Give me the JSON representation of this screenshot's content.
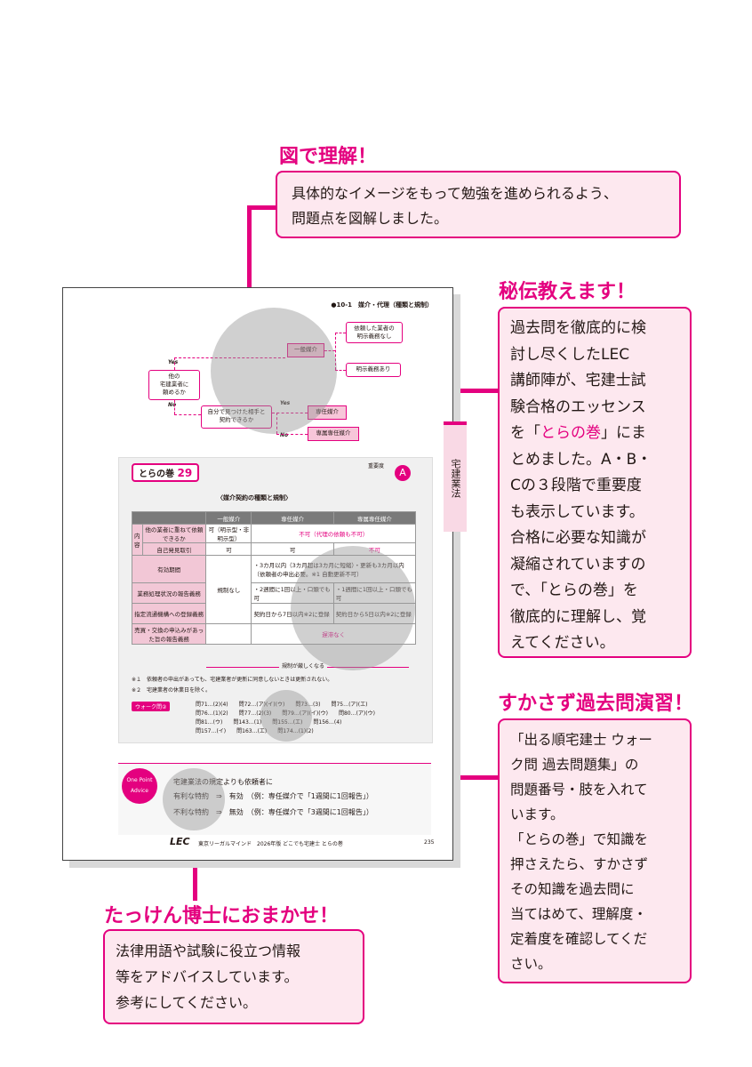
{
  "callouts": {
    "zu": {
      "heading": "図で理解！",
      "body_lines": [
        "具体的なイメージをもって勉強を進められるよう、",
        "問題点を図解しました。"
      ]
    },
    "hiden": {
      "heading": "秘伝教えます！",
      "body_lines": [
        "過去問を徹底的に検",
        "討し尽くしたLEC",
        "講師陣が、宅建士試",
        "験合格のエッセンス",
        "を「とらの巻」にま",
        "とめました。A・B・",
        "Cの３段階で重要度",
        "も表示しています。",
        "合格に必要な知識が",
        "凝縮されていますの",
        "で、「とらの巻」を",
        "徹底的に理解し、覚",
        "えてください。"
      ]
    },
    "sukasazu": {
      "heading": "すかさず過去問演習！",
      "body_lines": [
        "「出る順宅建士 ウォー",
        "ク問 過去問題集」の",
        "問題番号・肢を入れて",
        "います。",
        "「とらの巻」で知識を",
        "押さえたら、すかさず",
        "その知識を過去問に",
        "当てはめて、理解度・",
        "定着度を確認してくだ",
        "さい。"
      ]
    },
    "takken": {
      "heading": "たっけん博士におまかせ！",
      "body_lines": [
        "法律用語や試験に役立つ情報",
        "等をアドバイスしています。",
        "参考にしてください。"
      ]
    }
  },
  "page": {
    "section": "●10-1　媒介・代理（種類と規制）",
    "flow": {
      "other_q": [
        "他の",
        "宅建業者に",
        "頼めるか"
      ],
      "yes": "Yes",
      "no": "No",
      "self_q": [
        "自分で見つけた相手と",
        "契約できるか"
      ],
      "ippan": "一般媒介",
      "disclose": [
        "依頼した業者の",
        "明示義務なし"
      ],
      "meiji": "明示義務あり",
      "senin": "専任媒介",
      "senzoku": "専属専任媒介"
    },
    "tab": "宅建業法",
    "tora": {
      "title": "とらの巻",
      "number": "29",
      "importance_label": "重要度",
      "importance": "A",
      "table_title": "〈媒介契約の種類と規制〉",
      "headers": [
        "一般媒介",
        "専任媒介",
        "専属専任媒介"
      ],
      "side_label": "内容",
      "rows": [
        {
          "label": "他の業者に重ねて依頼できるか",
          "ippan": "可（明示型・非明示型）",
          "senin": "不可（代理の依頼も不可）"
        },
        {
          "label": "自己発見取引",
          "ippan": "可",
          "senin": "可",
          "senzoku": "不可"
        },
        {
          "label": "有効期間",
          "ippan": "規制なし",
          "senin": "・3カ月以内（3カ月超は3カ月に短縮）・更新も3カ月以内（依頼者の申出必要。※1 自動更新不可）"
        },
        {
          "label": "業務処理状況の報告義務",
          "senin": "・2週間に1回以上・口頭でも可",
          "senzoku": "・1週間に1回以上・口頭でも可"
        },
        {
          "label": "指定流通機構への登録義務",
          "senin": "契約日から7日以内※2に登録",
          "senzoku": "契約日から5日以内※2に登録"
        },
        {
          "label": "売買・交換の申込みがあった旨の報告義務",
          "senin": "遅滞なく"
        }
      ],
      "arrow_note": "規制が厳しくなる",
      "notes": [
        "※１　依頼者の申出があっても、宅建業者が更新に同意しないときは更新されない。",
        "※２　宅建業者の休業日を除く。"
      ],
      "walk_label": "ウォーク問②",
      "walk_lines": [
        "問71…(2)(4)　　問72…(ア)(イ)(ウ)　　問73…(3)　　問75…(ア)(エ)",
        "問76…(1)(2)　　問77…(2)(3)　　問79…(ア)(イ)(ウ)　　問80…(ア)(ウ)",
        "問81…(ウ)　　問143…(1)　　問155…(エ)　　問156…(4)",
        "問157…(イ)　　問163…(エ)　　問174…(1)(2)"
      ]
    },
    "onepoint": {
      "badge": "One Point Advice",
      "intro": "宅建業法の規定よりも依頼者に",
      "line1": "有利な特約　⇒　有効　（例：専任媒介で「1週間に1回報告」）",
      "line2": "不利な特約　⇒　無効　（例：専任媒介で「3週間に1回報告」）"
    },
    "footer": {
      "logo": "LEC",
      "publisher": "東京リーガルマインド　2026年版 どこでも宅建士 とらの巻",
      "page_no": "235"
    }
  },
  "colors": {
    "accent": "#e4007f",
    "callout_bg": "#fde8ef"
  }
}
